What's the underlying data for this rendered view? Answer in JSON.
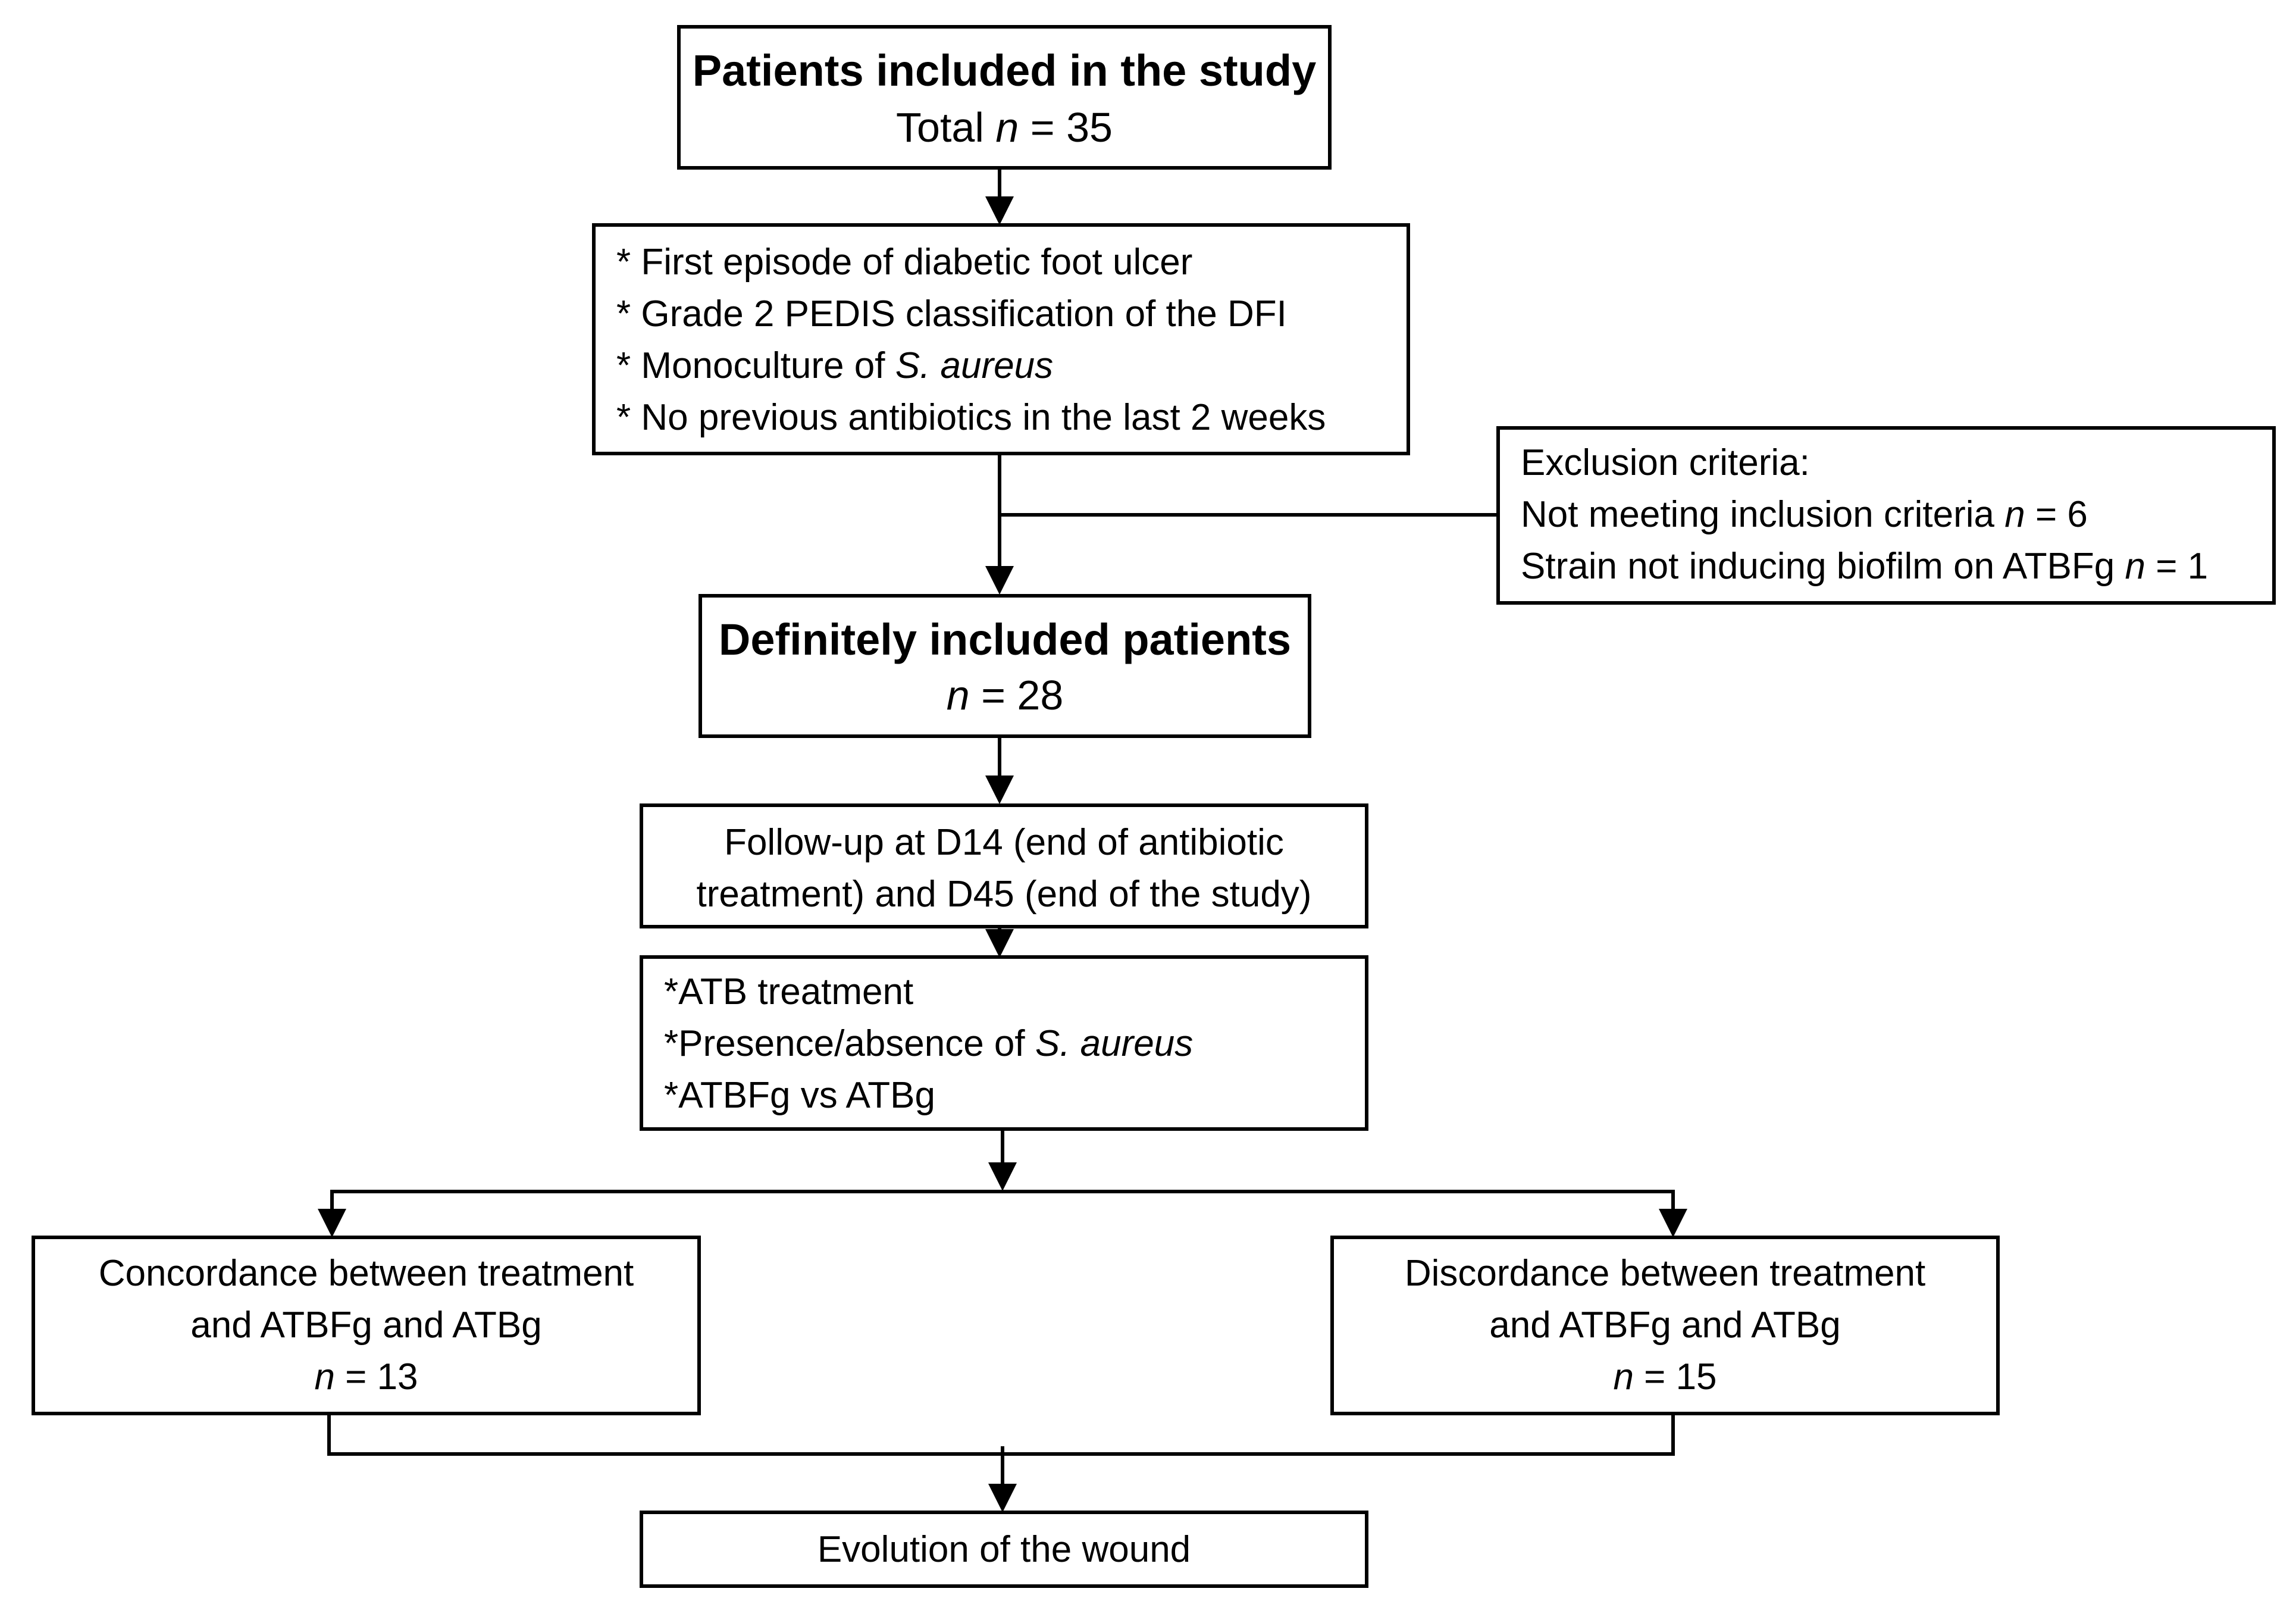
{
  "box_study": {
    "title": "Patients included in the study",
    "total_prefix": "Total ",
    "n": "n",
    "eq": " = 35"
  },
  "box_inclusion": {
    "bullet": "* ",
    "item1": "First episode of diabetic foot ulcer",
    "item2": "Grade 2 PEDIS classification of the DFI",
    "item3_prefix": "Monoculture of ",
    "item3_italic": "S. aureus",
    "item4": "No previous antibiotics in the last 2 weeks"
  },
  "box_exclusion": {
    "title": "Exclusion criteria:",
    "line1_prefix": "Not meeting inclusion criteria ",
    "line1_eq": " = 6",
    "line2_prefix": "Strain not inducing biofilm on ATBFg ",
    "line2_eq": " = 1",
    "n": "n"
  },
  "box_definite": {
    "title": "Definitely included patients",
    "n": "n",
    "eq": " = 28"
  },
  "box_followup": {
    "line1": "Follow-up at D14 (end of antibiotic",
    "line2": "treatment) and D45 (end of the study)"
  },
  "box_outcomes": {
    "bullet": "*",
    "item1": "ATB treatment",
    "item2_prefix": "Presence/absence of ",
    "item2_italic": "S. aureus",
    "item3": "ATBFg vs ATBg"
  },
  "box_concordance": {
    "line1": "Concordance between treatment",
    "line2": "and ATBFg and ATBg",
    "n": "n",
    "eq": " = 13"
  },
  "box_discordance": {
    "line1": "Discordance between treatment",
    "line2": "and ATBFg and ATBg",
    "n": "n",
    "eq": " = 15"
  },
  "box_evolution": {
    "label": "Evolution of the wound"
  },
  "colors": {
    "stroke": "#000000",
    "background": "#ffffff"
  }
}
